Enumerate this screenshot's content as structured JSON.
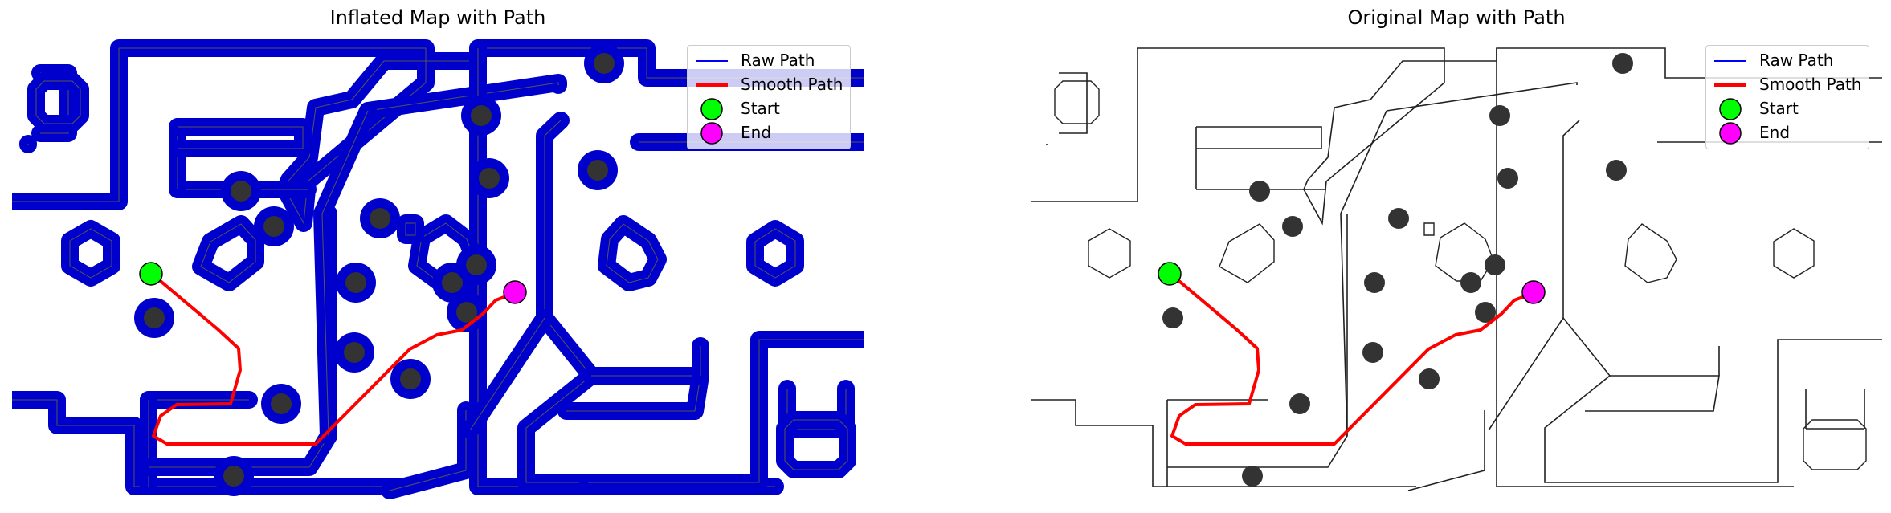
{
  "chart_data": [
    {
      "type": "scatter",
      "title": "Inflated Map with Path",
      "legend": {
        "placement": "top-right",
        "entries": [
          "Raw Path",
          "Smooth Path",
          "Start",
          "End"
        ]
      },
      "series": [
        {
          "name": "Raw Path",
          "color": "#0000ff"
        },
        {
          "name": "Smooth Path",
          "color": "#ff0000"
        },
        {
          "name": "Start",
          "color": "#00ff00"
        },
        {
          "name": "End",
          "color": "#ff00ff"
        }
      ],
      "axes_visible": false
    },
    {
      "type": "scatter",
      "title": "Original Map with Path",
      "legend": {
        "placement": "top-right",
        "entries": [
          "Raw Path",
          "Smooth Path",
          "Start",
          "End"
        ]
      },
      "series": [
        {
          "name": "Raw Path",
          "color": "#0000ff"
        },
        {
          "name": "Smooth Path",
          "color": "#ff0000"
        },
        {
          "name": "Start",
          "color": "#00ff00"
        },
        {
          "name": "End",
          "color": "#ff00ff"
        }
      ],
      "axes_visible": false
    }
  ],
  "colors": {
    "inflation": "#0000cc",
    "wall": "#222222",
    "obstacle": "#333333",
    "raw_path": "#0000ff",
    "smooth_path": "#ff0000",
    "start": "#00ff00",
    "end": "#ff00ff"
  }
}
